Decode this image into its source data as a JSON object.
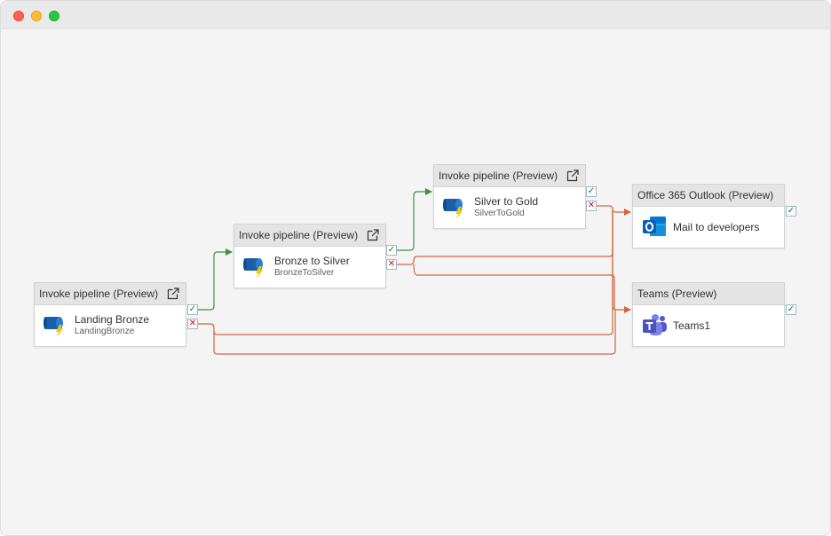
{
  "window": {
    "controls": [
      "close",
      "minimize",
      "maximize"
    ]
  },
  "colors": {
    "success_link": "#3f9142",
    "failure_link": "#d0643e",
    "node_header": "#e4e4e4",
    "canvas": "#f4f4f4"
  },
  "nodes": {
    "landing_bronze": {
      "header": "Invoke pipeline (Preview)",
      "name": "Landing Bronze",
      "pipeline": "LandingBronze",
      "icon": "pipeline-icon"
    },
    "bronze_to_silver": {
      "header": "Invoke pipeline (Preview)",
      "name": "Bronze to Silver",
      "pipeline": "BronzeToSilver",
      "icon": "pipeline-icon"
    },
    "silver_to_gold": {
      "header": "Invoke pipeline (Preview)",
      "name": "Silver to Gold",
      "pipeline": "SilverToGold",
      "icon": "pipeline-icon"
    },
    "outlook": {
      "header": "Office 365 Outlook (Preview)",
      "name": "Mail to developers",
      "icon": "outlook-icon"
    },
    "teams": {
      "header": "Teams (Preview)",
      "name": "Teams1",
      "icon": "teams-icon"
    }
  },
  "ports": {
    "success_glyph": "✓",
    "failure_glyph": "✕"
  }
}
